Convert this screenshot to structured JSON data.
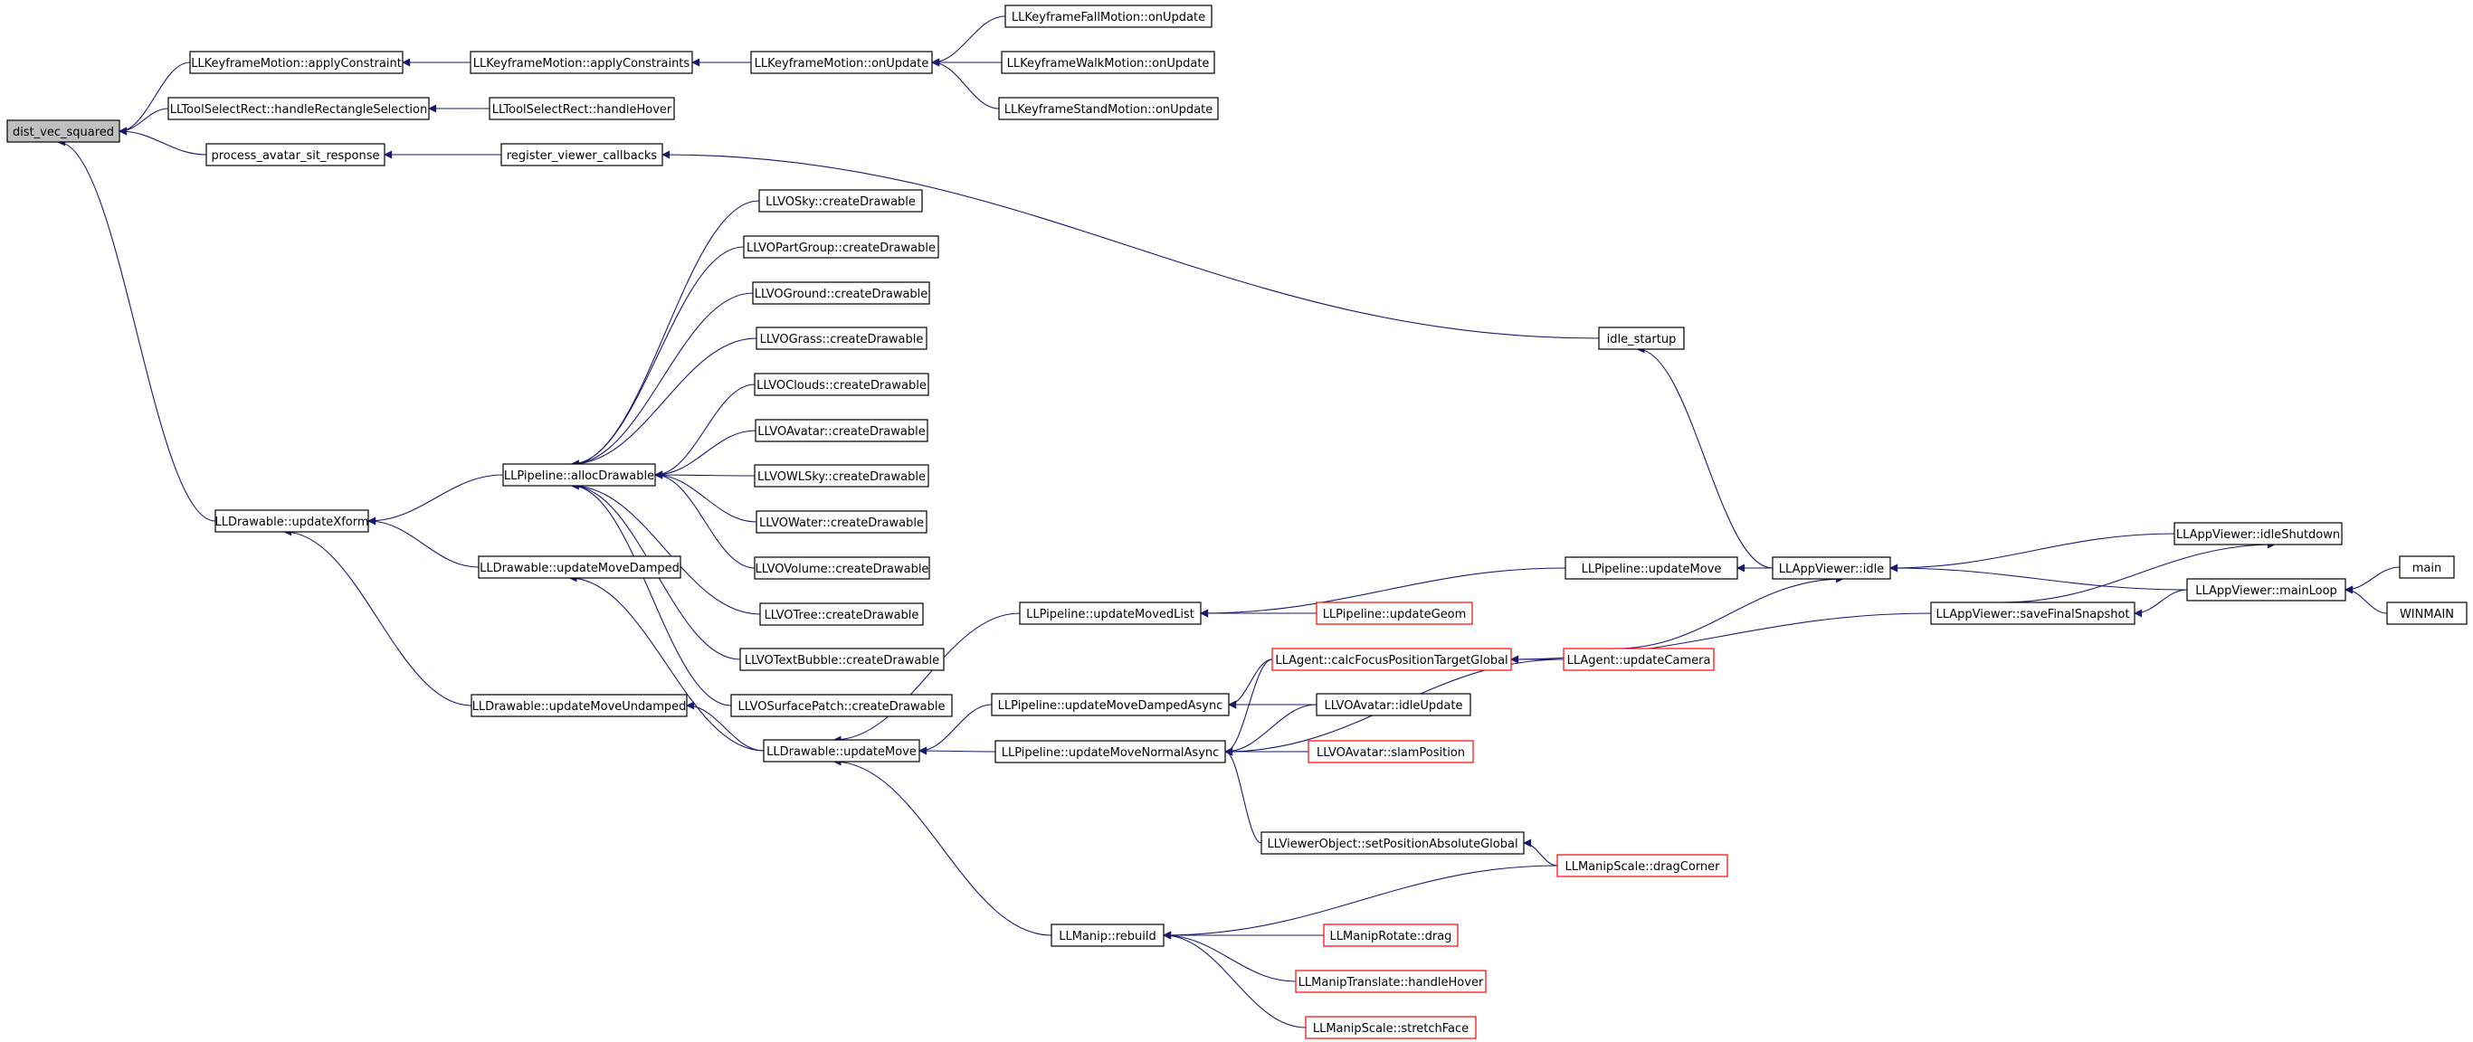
{
  "colors": {
    "edge": "#191970",
    "node_border": "#000000",
    "truncated_border": "#ff0000",
    "root_fill": "#bfbfbf",
    "node_fill": "#ffffff"
  },
  "nodes": [
    {
      "id": "n0",
      "label": "dist_vec_squared",
      "root": true
    },
    {
      "id": "n1",
      "label": "LLKeyframeMotion::applyConstraint"
    },
    {
      "id": "n2",
      "label": "LLToolSelectRect::handleRectangleSelection"
    },
    {
      "id": "n3",
      "label": "process_avatar_sit_response"
    },
    {
      "id": "n4",
      "label": "LLDrawable::updateXform"
    },
    {
      "id": "n5",
      "label": "LLKeyframeMotion::applyConstraints"
    },
    {
      "id": "n6",
      "label": "LLToolSelectRect::handleHover"
    },
    {
      "id": "n7",
      "label": "register_viewer_callbacks"
    },
    {
      "id": "n8",
      "label": "LLKeyframeMotion::onUpdate"
    },
    {
      "id": "n9",
      "label": "LLKeyframeFallMotion::onUpdate"
    },
    {
      "id": "n10",
      "label": "LLKeyframeWalkMotion::onUpdate"
    },
    {
      "id": "n11",
      "label": "LLKeyframeStandMotion::onUpdate"
    },
    {
      "id": "n12",
      "label": "idle_startup"
    },
    {
      "id": "n13",
      "label": "LLPipeline::allocDrawable"
    },
    {
      "id": "n14",
      "label": "LLVOSky::createDrawable"
    },
    {
      "id": "n15",
      "label": "LLVOPartGroup::createDrawable"
    },
    {
      "id": "n16",
      "label": "LLVOGround::createDrawable"
    },
    {
      "id": "n17",
      "label": "LLVOGrass::createDrawable"
    },
    {
      "id": "n18",
      "label": "LLVOClouds::createDrawable"
    },
    {
      "id": "n19",
      "label": "LLVOAvatar::createDrawable"
    },
    {
      "id": "n20",
      "label": "LLVOWLSky::createDrawable"
    },
    {
      "id": "n21",
      "label": "LLVOWater::createDrawable"
    },
    {
      "id": "n22",
      "label": "LLVOVolume::createDrawable"
    },
    {
      "id": "n23",
      "label": "LLVOTree::createDrawable"
    },
    {
      "id": "n24",
      "label": "LLVOTextBubble::createDrawable"
    },
    {
      "id": "n25",
      "label": "LLVOSurfacePatch::createDrawable"
    },
    {
      "id": "n26",
      "label": "LLDrawable::updateMoveDamped"
    },
    {
      "id": "n27",
      "label": "LLDrawable::updateMoveUndamped"
    },
    {
      "id": "n28",
      "label": "LLDrawable::updateMove"
    },
    {
      "id": "n29",
      "label": "LLPipeline::updateMovedList"
    },
    {
      "id": "n30",
      "label": "LLPipeline::updateMoveDampedAsync"
    },
    {
      "id": "n31",
      "label": "LLPipeline::updateMoveNormalAsync"
    },
    {
      "id": "n32",
      "label": "LLManip::rebuild"
    },
    {
      "id": "n33",
      "label": "LLPipeline::updateMove"
    },
    {
      "id": "n34",
      "label": "LLPipeline::updateGeom",
      "truncated": true
    },
    {
      "id": "n35",
      "label": "LLAgent::calcFocusPositionTargetGlobal",
      "truncated": true
    },
    {
      "id": "n36",
      "label": "LLVOAvatar::idleUpdate"
    },
    {
      "id": "n37",
      "label": "LLVOAvatar::slamPosition",
      "truncated": true
    },
    {
      "id": "n38",
      "label": "LLViewerObject::setPositionAbsoluteGlobal"
    },
    {
      "id": "n39",
      "label": "LLManipRotate::drag",
      "truncated": true
    },
    {
      "id": "n40",
      "label": "LLManipTranslate::handleHover",
      "truncated": true
    },
    {
      "id": "n41",
      "label": "LLManipScale::stretchFace",
      "truncated": true
    },
    {
      "id": "n42",
      "label": "LLAppViewer::idle"
    },
    {
      "id": "n43",
      "label": "LLAgent::updateCamera",
      "truncated": true
    },
    {
      "id": "n44",
      "label": "LLManipScale::dragCorner",
      "truncated": true
    },
    {
      "id": "n45",
      "label": "LLAppViewer::saveFinalSnapshot"
    },
    {
      "id": "n46",
      "label": "LLAppViewer::idleShutdown"
    },
    {
      "id": "n47",
      "label": "LLAppViewer::mainLoop"
    },
    {
      "id": "n48",
      "label": "main"
    },
    {
      "id": "n49",
      "label": "WINMAIN"
    }
  ],
  "edges": [
    {
      "from": "n1",
      "to": "n0"
    },
    {
      "from": "n2",
      "to": "n0"
    },
    {
      "from": "n3",
      "to": "n0"
    },
    {
      "from": "n4",
      "to": "n0"
    },
    {
      "from": "n5",
      "to": "n1"
    },
    {
      "from": "n6",
      "to": "n2"
    },
    {
      "from": "n7",
      "to": "n3"
    },
    {
      "from": "n8",
      "to": "n5"
    },
    {
      "from": "n9",
      "to": "n8"
    },
    {
      "from": "n10",
      "to": "n8"
    },
    {
      "from": "n11",
      "to": "n8"
    },
    {
      "from": "n12",
      "to": "n7"
    },
    {
      "from": "n42",
      "to": "n12"
    },
    {
      "from": "n13",
      "to": "n4"
    },
    {
      "from": "n26",
      "to": "n4"
    },
    {
      "from": "n27",
      "to": "n4"
    },
    {
      "from": "n14",
      "to": "n13"
    },
    {
      "from": "n15",
      "to": "n13"
    },
    {
      "from": "n16",
      "to": "n13"
    },
    {
      "from": "n17",
      "to": "n13"
    },
    {
      "from": "n18",
      "to": "n13"
    },
    {
      "from": "n19",
      "to": "n13"
    },
    {
      "from": "n20",
      "to": "n13"
    },
    {
      "from": "n21",
      "to": "n13"
    },
    {
      "from": "n22",
      "to": "n13"
    },
    {
      "from": "n23",
      "to": "n13"
    },
    {
      "from": "n24",
      "to": "n13"
    },
    {
      "from": "n25",
      "to": "n13"
    },
    {
      "from": "n28",
      "to": "n26"
    },
    {
      "from": "n28",
      "to": "n27"
    },
    {
      "from": "n29",
      "to": "n28"
    },
    {
      "from": "n30",
      "to": "n28"
    },
    {
      "from": "n31",
      "to": "n28"
    },
    {
      "from": "n32",
      "to": "n28"
    },
    {
      "from": "n33",
      "to": "n29"
    },
    {
      "from": "n34",
      "to": "n29"
    },
    {
      "from": "n35",
      "to": "n30"
    },
    {
      "from": "n36",
      "to": "n30"
    },
    {
      "from": "n35",
      "to": "n31"
    },
    {
      "from": "n36",
      "to": "n31"
    },
    {
      "from": "n37",
      "to": "n31"
    },
    {
      "from": "n38",
      "to": "n31"
    },
    {
      "from": "n43",
      "to": "n31"
    },
    {
      "from": "n42",
      "to": "n33"
    },
    {
      "from": "n43",
      "to": "n35"
    },
    {
      "from": "n45",
      "to": "n35"
    },
    {
      "from": "n44",
      "to": "n38"
    },
    {
      "from": "n44",
      "to": "n32"
    },
    {
      "from": "n39",
      "to": "n32"
    },
    {
      "from": "n40",
      "to": "n32"
    },
    {
      "from": "n41",
      "to": "n32"
    },
    {
      "from": "n43",
      "to": "n42"
    },
    {
      "from": "n46",
      "to": "n42"
    },
    {
      "from": "n47",
      "to": "n42"
    },
    {
      "from": "n45",
      "to": "n46"
    },
    {
      "from": "n47",
      "to": "n45"
    },
    {
      "from": "n48",
      "to": "n47"
    },
    {
      "from": "n49",
      "to": "n47"
    }
  ]
}
